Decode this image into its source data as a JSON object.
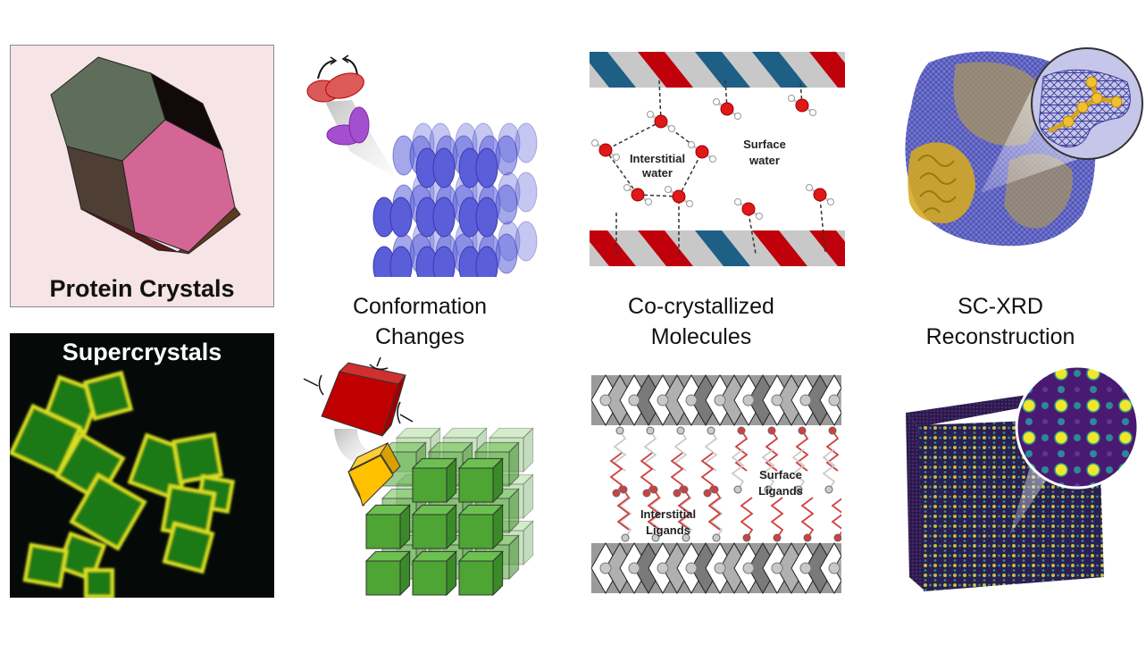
{
  "figure": {
    "rows": [
      {
        "row": "protein",
        "panels": [
          {
            "id": "protein-crystals",
            "title": "Protein Crystals"
          },
          {
            "id": "conformation",
            "caption_line1": "Conformation",
            "caption_line2": "Changes"
          },
          {
            "id": "co-crystallized",
            "caption_line1": "Co-crystallized",
            "caption_line2": "Molecules",
            "labels": {
              "interstitial_1": "Interstitial",
              "interstitial_2": "water",
              "surface_1": "Surface",
              "surface_2": "water"
            }
          },
          {
            "id": "scxrd",
            "caption_line1": "SC-XRD",
            "caption_line2": "Reconstruction"
          }
        ]
      },
      {
        "row": "supercrystal",
        "panels": [
          {
            "id": "supercrystals",
            "title": "Supercrystals"
          },
          {
            "id": "cube-lattice"
          },
          {
            "id": "ligands",
            "labels": {
              "interstitial_1": "Interstitial",
              "interstitial_2": "Ligands",
              "surface_1": "Surface",
              "surface_2": "Ligands"
            }
          },
          {
            "id": "reconstruction-3d"
          }
        ]
      }
    ],
    "colors": {
      "protein_bg": "#f6e4e6",
      "hex_green": "#5e6e5a",
      "hex_pink": "#d46695",
      "blue_ellipse": "#5a5ed8",
      "helix_red": "#c0000a",
      "helix_blue": "#1d5f85",
      "cube_green": "#4ea533",
      "cube_red": "#c00000",
      "cube_yellow": "#ffc000",
      "ligand_red": "#d04040",
      "density_blue": "#5b5fc4",
      "density_gold": "#d6aa20",
      "viridis_purple": "#44115e",
      "viridis_yellow": "#f0e62a"
    }
  }
}
